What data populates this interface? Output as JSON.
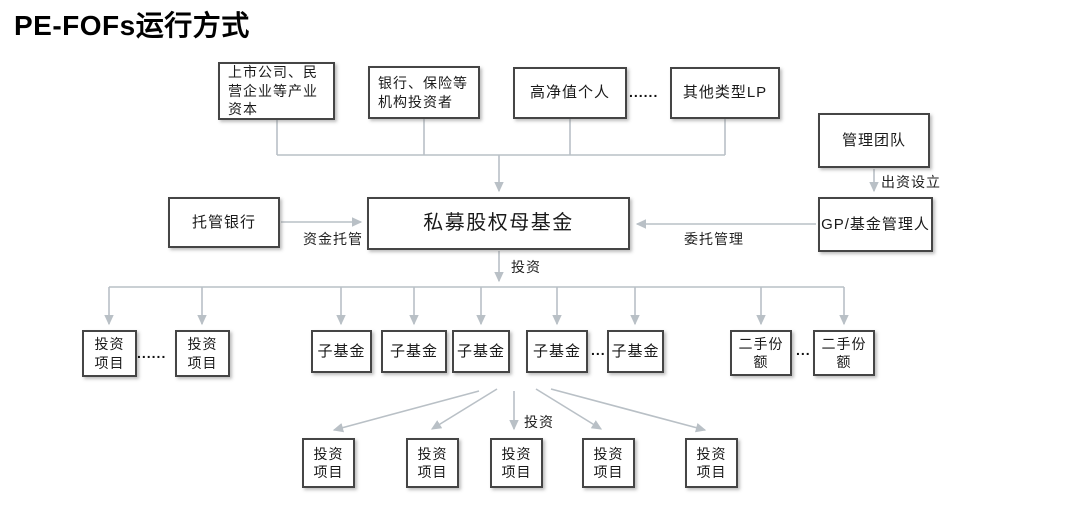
{
  "title": "PE-FOFs运行方式",
  "colors": {
    "line": "#b9c0c6",
    "box_border": "#454545",
    "text": "#1a1a1a"
  },
  "lp_row": {
    "items": [
      "上市公司、民营企业等产业资本",
      "银行、保险等机构投资者",
      "高净值个人",
      "其他类型LP"
    ],
    "ellipsis": "......"
  },
  "right_branch": {
    "management_team": "管理团队",
    "gp_fund_manager": "GP/基金管理人"
  },
  "center": {
    "custodian_bank": "托管银行",
    "mother_fund": "私募股权母基金"
  },
  "edge_labels": {
    "fund_custody": "资金托管",
    "entrusted_management": "委托管理",
    "contribute_establish": "出资设立",
    "invest_upper": "投资",
    "invest_lower": "投资"
  },
  "mid_row": {
    "invest_projects": [
      "投资项目",
      "投资项目"
    ],
    "invest_projects_ellipsis": "......",
    "sub_funds": [
      "子基金",
      "子基金",
      "子基金",
      "子基金",
      "子基金"
    ],
    "sub_funds_ellipsis": "...",
    "secondary_shares": [
      "二手份额",
      "二手份额"
    ],
    "secondary_shares_ellipsis": "..."
  },
  "bottom_row": {
    "invest_projects": [
      "投资项目",
      "投资项目",
      "投资项目",
      "投资项目",
      "投资项目"
    ]
  }
}
